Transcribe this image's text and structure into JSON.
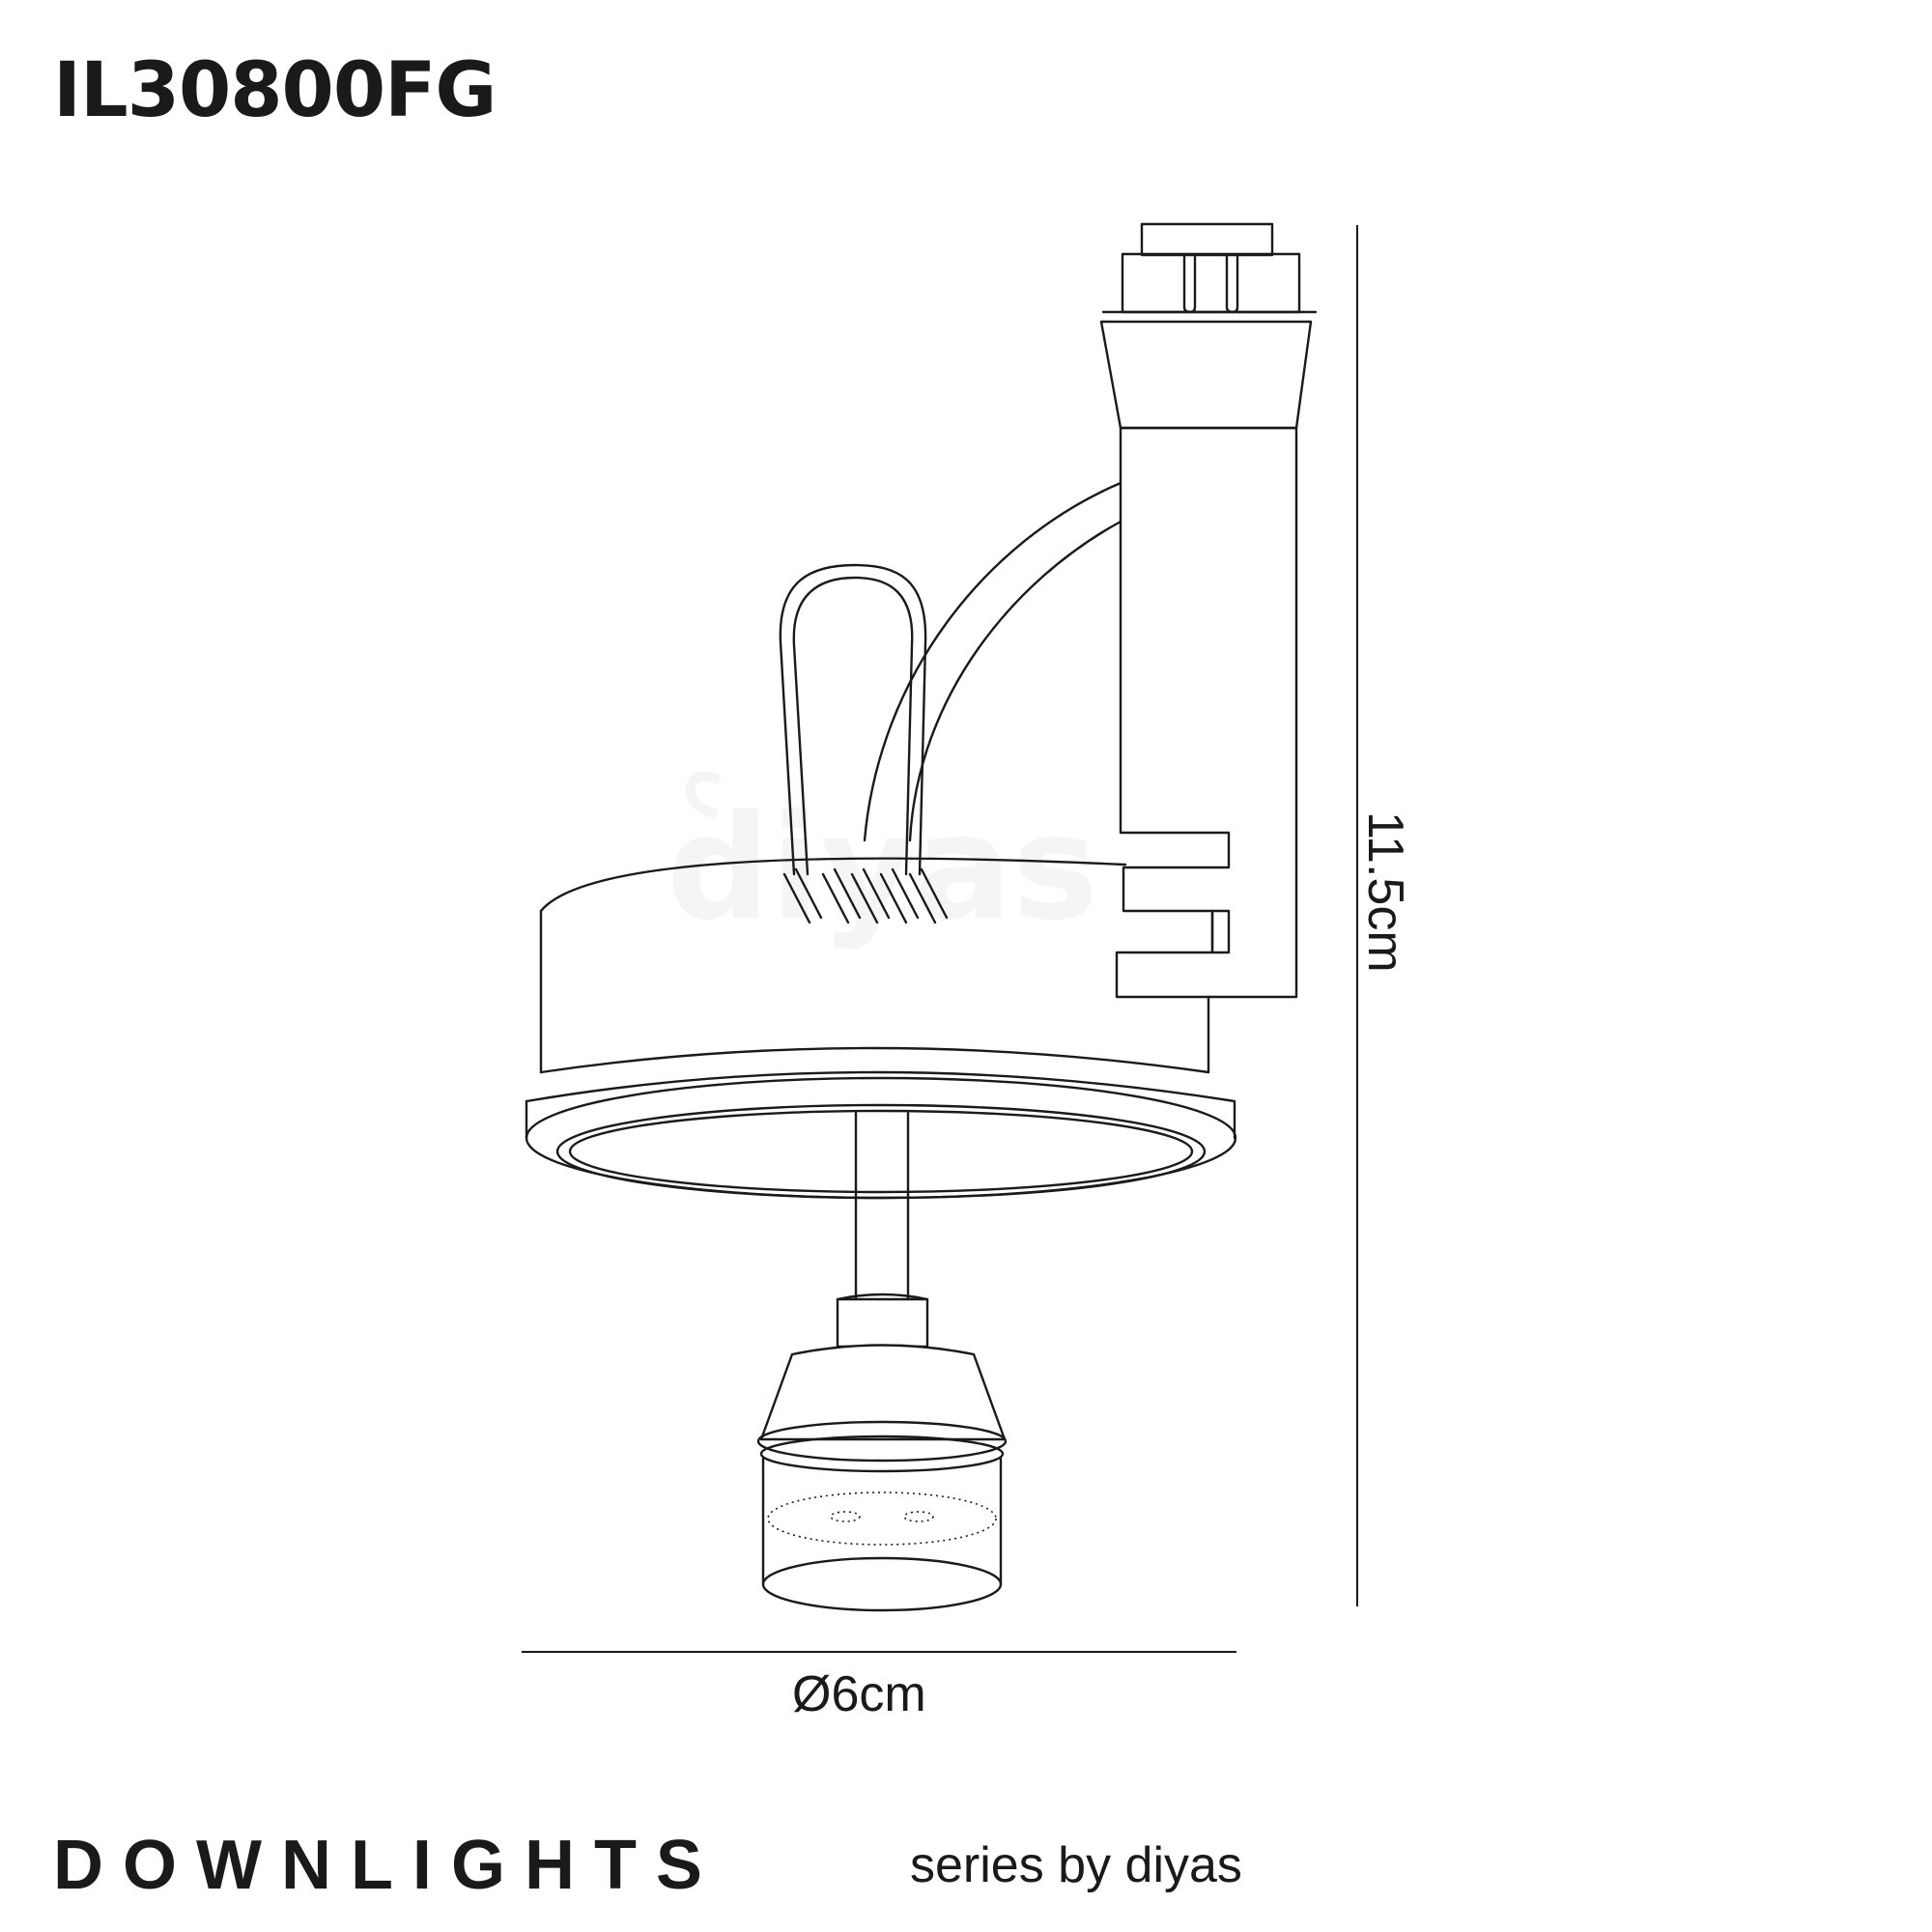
{
  "product_code": "IL30800FG",
  "dimensions": {
    "diameter_label": "Ø6cm",
    "height_label": "11.5cm"
  },
  "footer": {
    "series_name": "DOWNLIGHTS",
    "series_by": "series by diyas"
  },
  "watermark": {
    "brand": "diyas"
  }
}
